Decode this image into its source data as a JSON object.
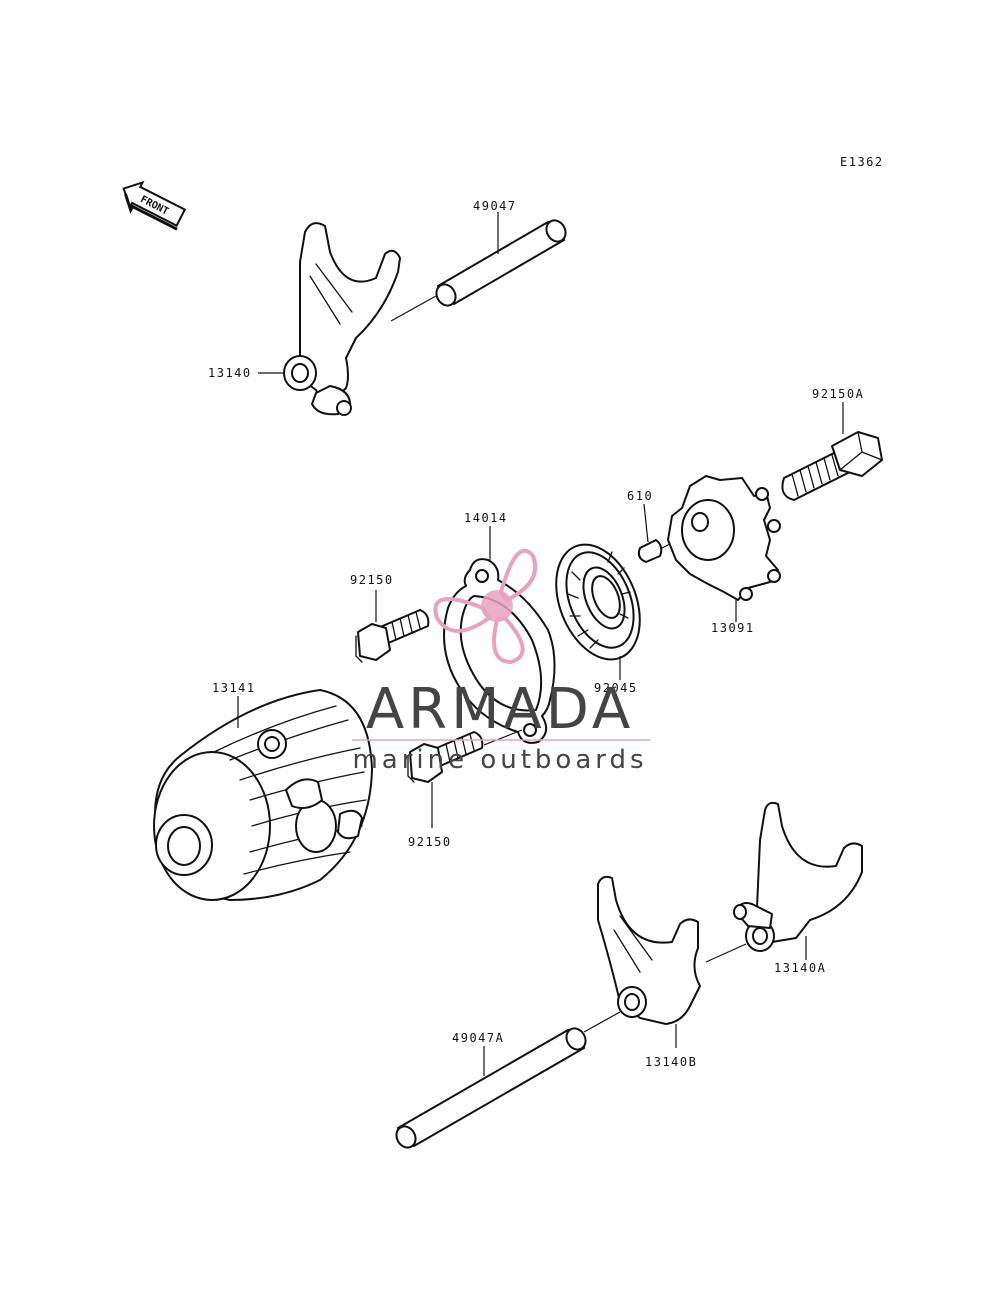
{
  "figure_code": "E1362",
  "orientation": {
    "label": "FRONT",
    "icon": "arrow-left-icon"
  },
  "parts": [
    {
      "id": "13140",
      "label": "13140"
    },
    {
      "id": "49047",
      "label": "49047"
    },
    {
      "id": "92150A",
      "label": "92150A"
    },
    {
      "id": "610",
      "label": "610"
    },
    {
      "id": "14014",
      "label": "14014"
    },
    {
      "id": "92150-top",
      "label": "92150"
    },
    {
      "id": "13091",
      "label": "13091"
    },
    {
      "id": "92045",
      "label": "92045"
    },
    {
      "id": "13141",
      "label": "13141"
    },
    {
      "id": "92150-bottom",
      "label": "92150"
    },
    {
      "id": "13140A",
      "label": "13140A"
    },
    {
      "id": "49047A",
      "label": "49047A"
    },
    {
      "id": "13140B",
      "label": "13140B"
    }
  ],
  "watermark": {
    "brand": "ARMADA",
    "tagline": "marine outboards",
    "icon": "propeller-logo-icon",
    "accent_color": "#e6a3bf",
    "text_color": "#444444"
  }
}
